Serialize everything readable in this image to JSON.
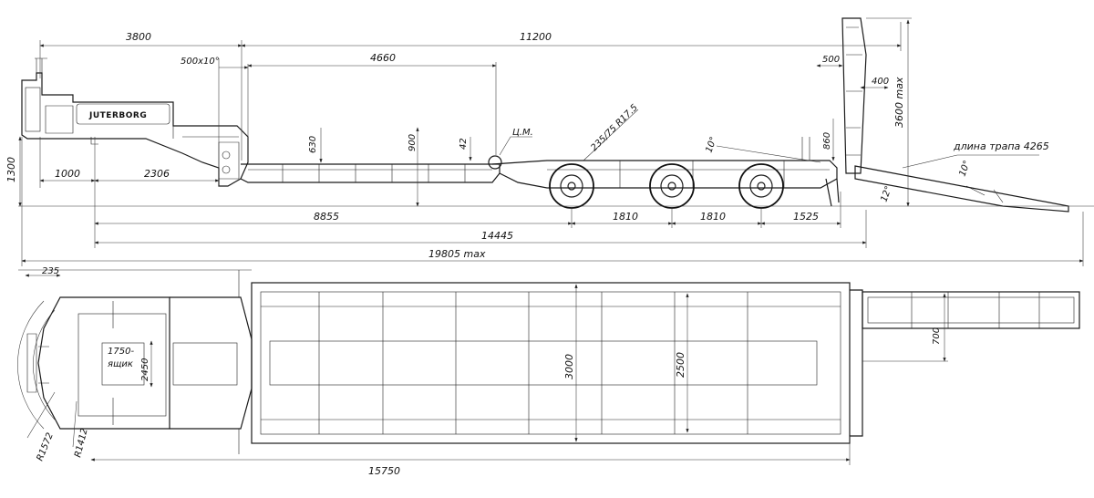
{
  "brand": "JUTERBORG",
  "side_view": {
    "dims": {
      "d3800": "3800",
      "d11200": "11200",
      "d500x10": "500x10°",
      "d4660": "4660",
      "d500": "500",
      "d400": "400",
      "d3600": "3600 max",
      "d630": "630",
      "d900": "900",
      "d42": "42",
      "cm": "Ц.М.",
      "tire": "235/75 R17.5",
      "d860": "860",
      "ang10a": "10°",
      "ramp": "длина трапа 4265",
      "ang10b": "10°",
      "ang12": "12°",
      "d1300": "1300",
      "d1000": "1000",
      "d2306": "2306",
      "d8855": "8855",
      "d1810a": "1810",
      "d1810b": "1810",
      "d1525": "1525",
      "d14445": "14445",
      "d19805": "19805 max"
    }
  },
  "top_view": {
    "dims": {
      "d235": "235",
      "box": "1750-",
      "box2": "ящик",
      "d2450": "2450",
      "d3000": "3000",
      "d2500": "2500",
      "d700": "700",
      "r1572": "R1572",
      "r1412": "R1412",
      "d15750": "15750"
    }
  }
}
